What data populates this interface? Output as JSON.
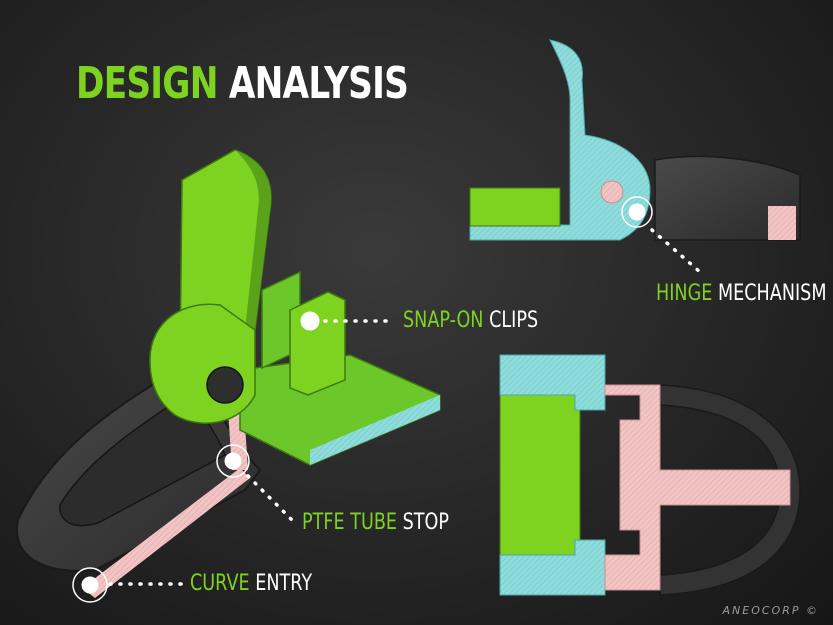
{
  "title": {
    "part_a": "DESIGN",
    "part_b": "ANALYSIS"
  },
  "callouts": {
    "snap_on": {
      "part_a": "SNAP-ON",
      "part_b": "CLIPS"
    },
    "hinge": {
      "part_a": "HINGE",
      "part_b": "MECHANISM"
    },
    "ptfe": {
      "part_a": "PTFE TUBE",
      "part_b": "STOP"
    },
    "curve": {
      "part_a": "CURVE",
      "part_b": "ENTRY"
    }
  },
  "watermark": "ANEOCORP ©",
  "colors": {
    "accent_green": "#7ed321",
    "section_cyan": "#8fdcdc",
    "section_pink": "#f2c4c4",
    "body_dark": "#3c3c3c"
  }
}
